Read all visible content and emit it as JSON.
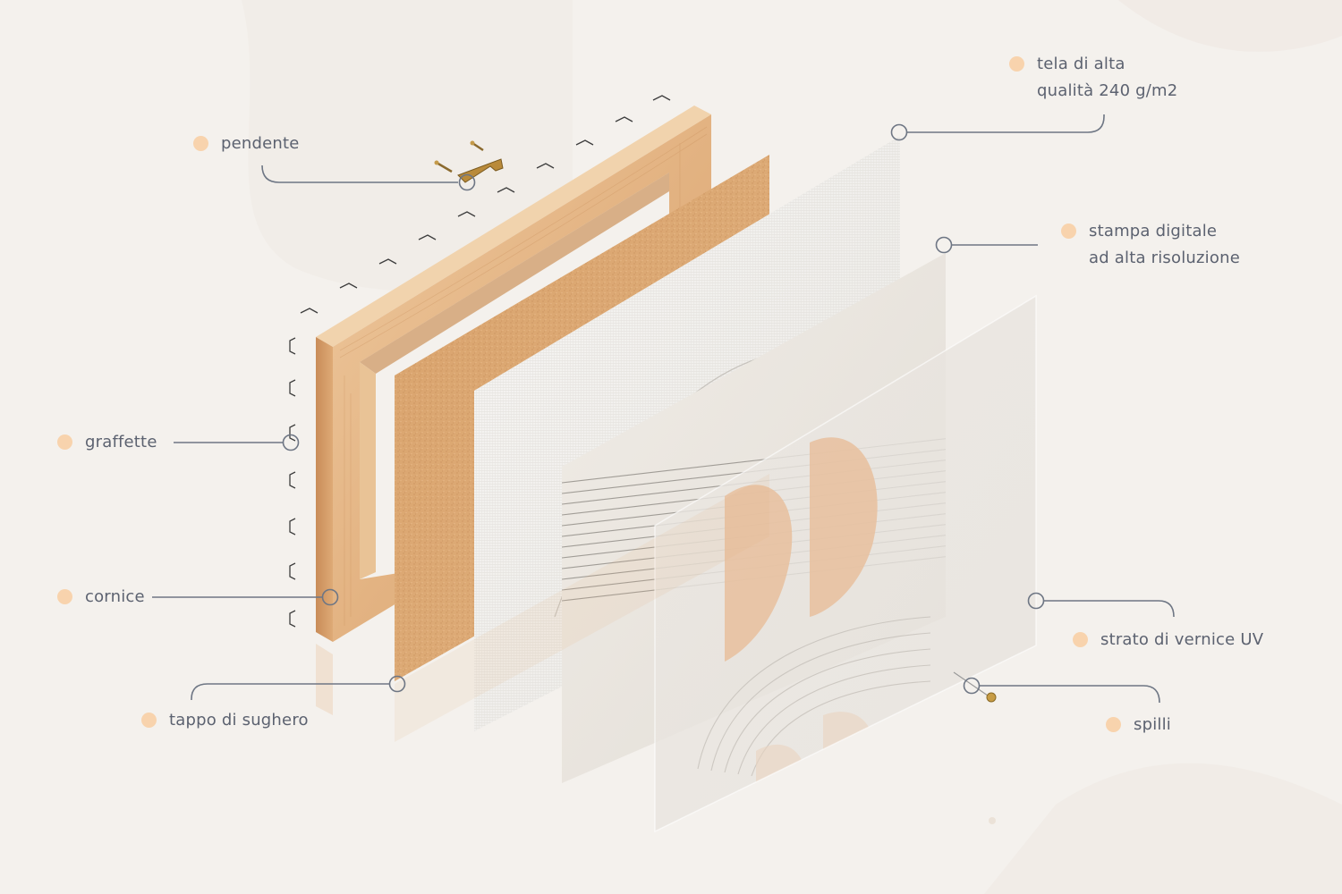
{
  "labels": {
    "pendente": "pendente",
    "graffette": "graffette",
    "cornice": "cornice",
    "tappo": "tappo di sughero",
    "tela_line1": "tela di alta",
    "tela_line2": "qualità 240 g/m2",
    "stampa_line1": "stampa digitale",
    "stampa_line2": "ad alta risoluzione",
    "vernice": "strato di vernice UV",
    "spilli": "spilli"
  },
  "colors": {
    "background": "#f4f1ed",
    "label_text": "#5c6270",
    "dot": "#f8d3ad",
    "leader_line": "#6e7684",
    "wood": "#e6b98a",
    "cork": "#d9a06b",
    "canvas": "#f3f1ee",
    "print_shape": "#e9c2a1"
  },
  "icons": {
    "hanger": "hanger-icon",
    "pin": "pin-icon",
    "staple": "staple-icon"
  }
}
